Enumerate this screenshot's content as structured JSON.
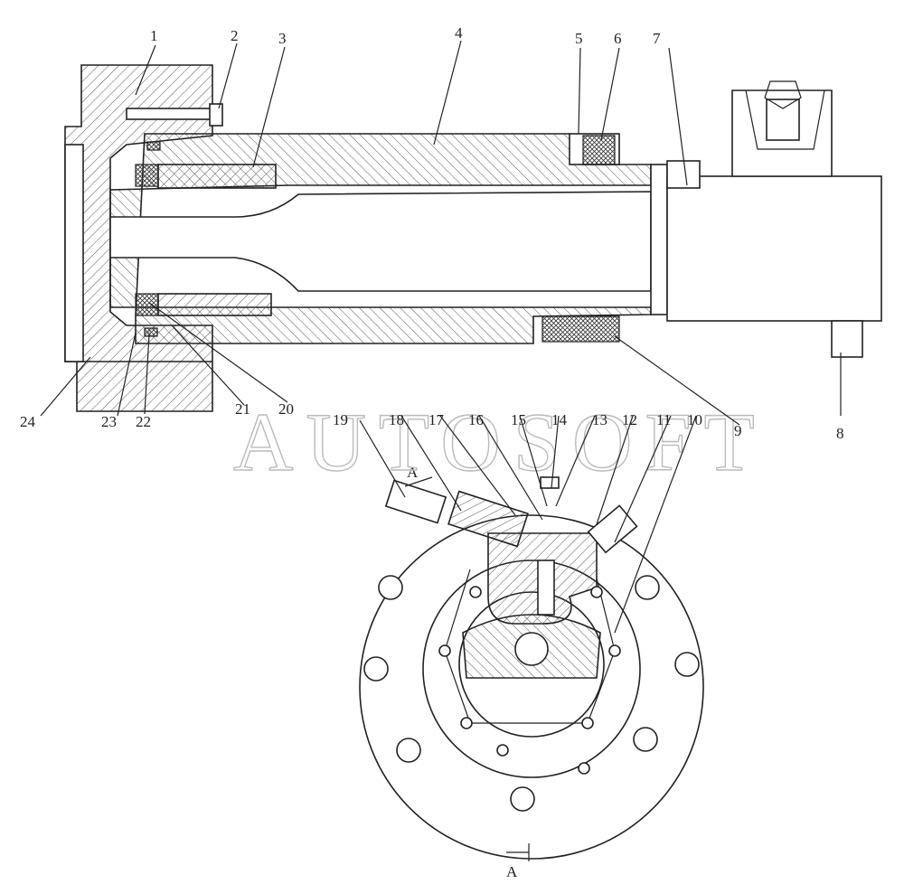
{
  "watermark": "AUTOSOFT",
  "section_mark": "A",
  "callouts": {
    "c1": "1",
    "c2": "2",
    "c3": "3",
    "c4": "4",
    "c5": "5",
    "c6": "6",
    "c7": "7",
    "c8": "8",
    "c9": "9",
    "c10": "10",
    "c11": "11",
    "c12": "12",
    "c13": "13",
    "c14": "14",
    "c15": "15",
    "c16": "16",
    "c17": "17",
    "c18": "18",
    "c19": "19",
    "c20": "20",
    "c21": "21",
    "c22": "22",
    "c23": "23",
    "c24": "24"
  }
}
